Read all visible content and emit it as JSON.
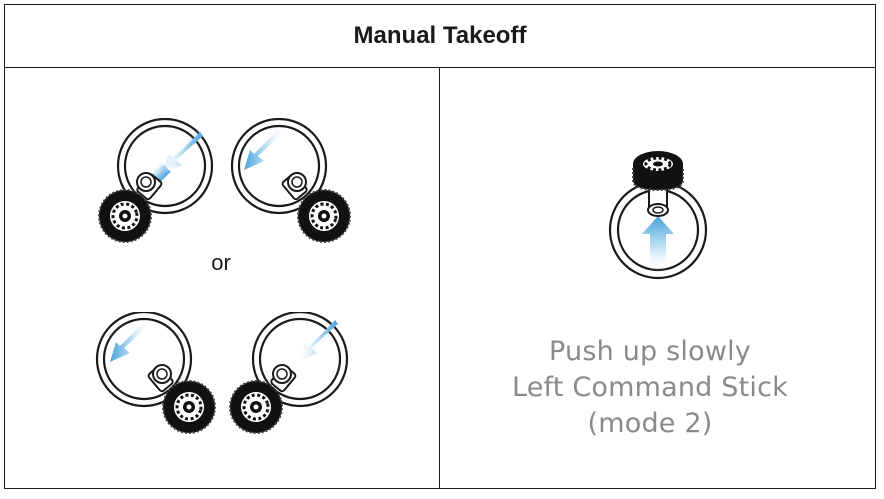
{
  "title": "Manual Takeoff",
  "or_label": "or",
  "caption": {
    "line1": "Push up slowly",
    "line2": "Left Command Stick",
    "line3": "(mode 2)"
  },
  "icons": {
    "left_panel": [
      "joystick-down-left-icon",
      "joystick-down-right-icon",
      "joystick-down-right-icon",
      "joystick-down-left-icon"
    ],
    "right_panel": "joystick-push-up-icon"
  },
  "colors": {
    "border": "#1a1a1a",
    "arrow": "#5aaee0",
    "caption": "#8a8a8a"
  }
}
